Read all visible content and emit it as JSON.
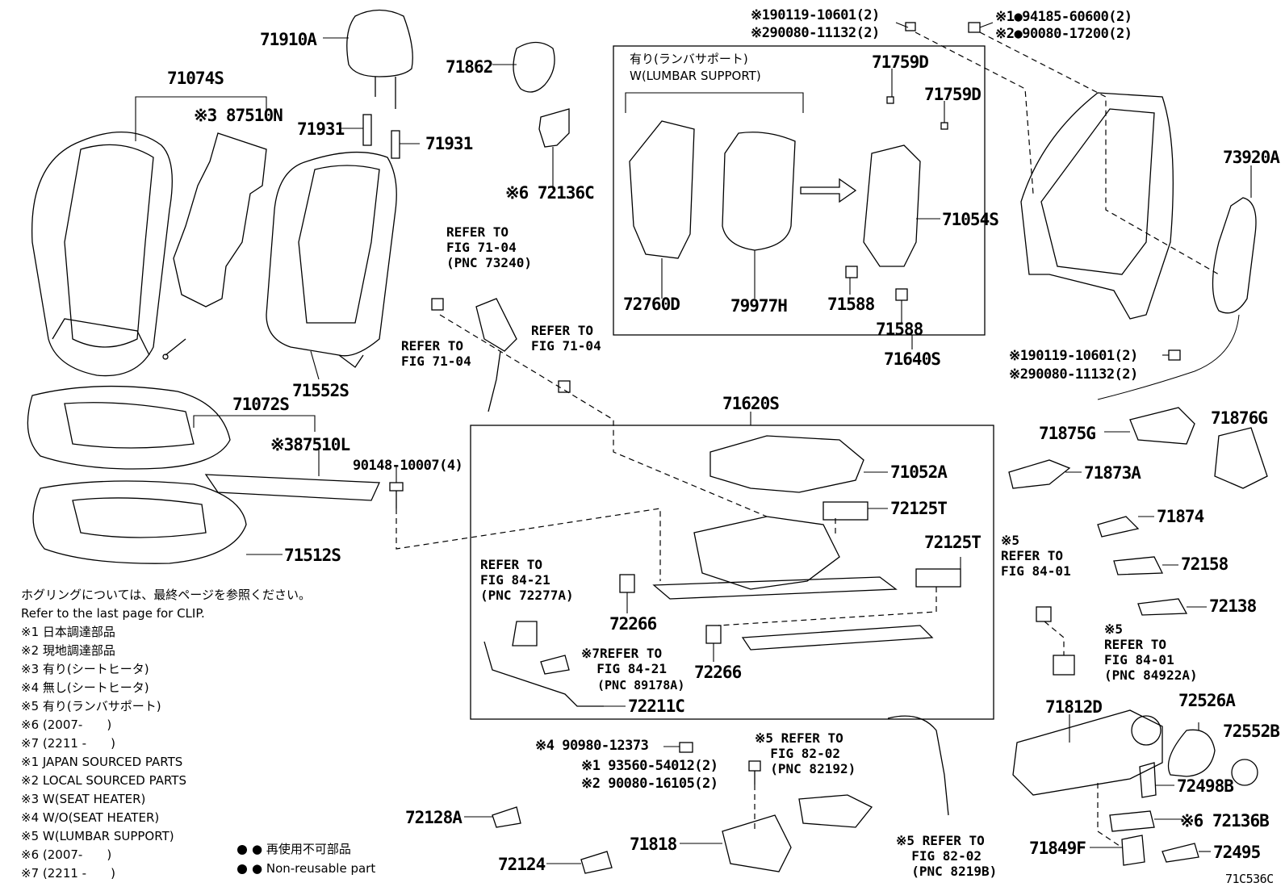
{
  "parts": {
    "p71910A": "71910A",
    "p71074S": "71074S",
    "p87510N": "※3 87510N",
    "p71931a": "71931",
    "p71931b": "71931",
    "p71862": "71862",
    "p72136C": "※6 72136C",
    "p71552S": "71552S",
    "p71072S": "71072S",
    "p87510L": "※387510L",
    "p90148": "90148-10007(4)",
    "p71512S": "71512S",
    "p71759Da": "71759D",
    "p71759Db": "71759D",
    "p71054S": "71054S",
    "p72760D": "72760D",
    "p79977H": "79977H",
    "p71588a": "71588",
    "p71588b": "71588",
    "p71640S": "71640S",
    "p73920A": "73920A",
    "p71620S": "71620S",
    "p71052A": "71052A",
    "p72125Ta": "72125T",
    "p72125Tb": "72125T",
    "p72266a": "72266",
    "p72266b": "72266",
    "p72211C": "72211C",
    "p71875G": "71875G",
    "p71876G": "71876G",
    "p71873A": "71873A",
    "p71874": "71874",
    "p72158": "72158",
    "p72138": "72138",
    "p71812D": "71812D",
    "p72526A": "72526A",
    "p72552B": "72552B",
    "p72498B": "72498B",
    "p72136B": "※6 72136B",
    "p71849F": "71849F",
    "p72495": "72495",
    "p72128A": "72128A",
    "p72124": "72124",
    "p71818": "71818",
    "p90980": "※4 90980-12373",
    "p93560": "※1 93560-54012(2)",
    "p90080_16105": "※2 90080-16105(2)",
    "top_bolt1": "※190119-10601(2)",
    "top_bolt2": "※290080-11132(2)",
    "top_nut1": "※1●94185-60600(2)",
    "top_nut2": "※2●90080-17200(2)",
    "mid_bolt1": "※190119-10601(2)",
    "mid_bolt2": "※290080-11132(2)",
    "diagram_id": "71C536C"
  },
  "refs": {
    "r_73240": "REFER TO\nFIG 71-04\n(PNC 73240)",
    "r_7104a": "REFER TO\nFIG 71-04",
    "r_7104b": "REFER TO\nFIG 71-04",
    "r_8421a": "REFER TO\nFIG 84-21\n(PNC 72277A)",
    "r_8421b": "※7REFER TO\n  FIG 84-21",
    "r_8421b_pnc": "(PNC 89178A)",
    "r_8401a": "※5\nREFER TO\nFIG 84-01",
    "r_8401b": "※5\nREFER TO\nFIG 84-01\n(PNC 84922A)",
    "r_8202a": "※5 REFER TO\n  FIG 82-02\n  (PNC 82192)",
    "r_8202b": "※5 REFER TO\n  FIG 82-02\n  (PNC 8219B)"
  },
  "lumbar": {
    "jp": "有り(ランバサポート)",
    "en": "W(LUMBAR SUPPORT)"
  },
  "notes": [
    "ホグリングについては、最終ページを参照ください。",
    "Refer to the last page for CLIP.",
    "※1 日本調達部品",
    "※2 現地調達部品",
    "※3 有り(シートヒータ)",
    "※4 無し(シートヒータ)",
    "※5 有り(ランバサポート)",
    "※6 (2007-　　)",
    "※7 (2211 -　　)",
    "※1 JAPAN SOURCED PARTS",
    "※2 LOCAL SOURCED PARTS",
    "※3 W(SEAT HEATER)",
    "※4 W/O(SEAT HEATER)",
    "※5 W(LUMBAR SUPPORT)",
    "※6 (2007-　　)",
    "※7 (2211 -　　)"
  ],
  "legend": {
    "jp": "● 再使用不可部品",
    "en": "● Non-reusable part"
  }
}
